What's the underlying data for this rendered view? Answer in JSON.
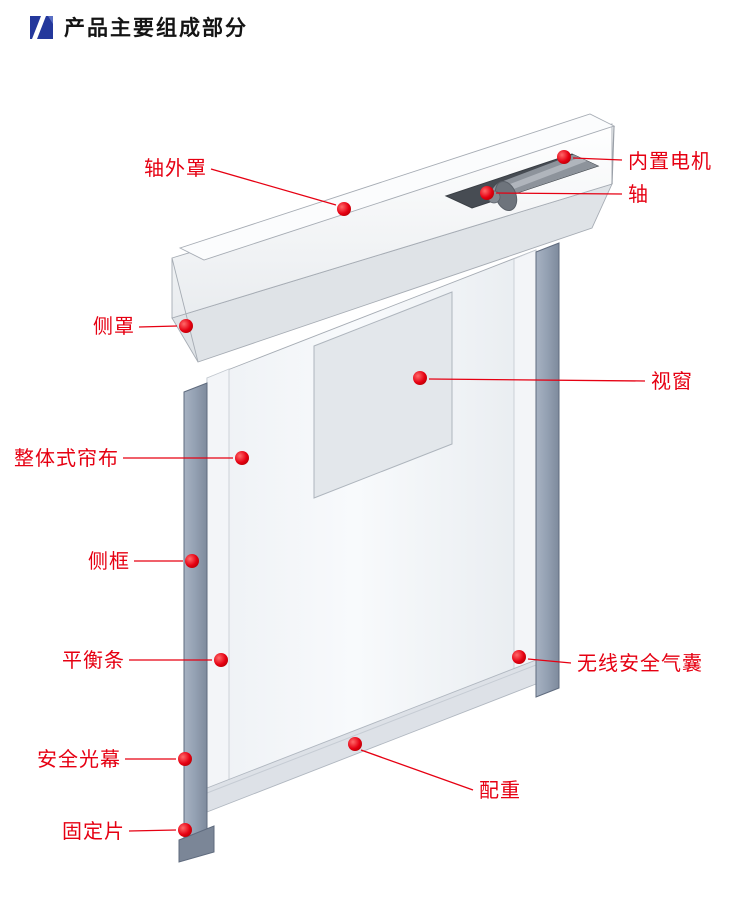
{
  "header": {
    "title": "产品主要组成部分"
  },
  "colors": {
    "accent_red": "#e60012",
    "icon_blue": "#24389c",
    "frame_gray_blue": "#93a0b2",
    "curtain_white": "#f2f5f8"
  },
  "parts": {
    "shaft_cover": "轴外罩",
    "built_in_motor": "内置电机",
    "shaft": "轴",
    "side_cover": "侧罩",
    "window": "视窗",
    "integral_curtain": "整体式帘布",
    "side_frame": "侧框",
    "balance_bar": "平衡条",
    "wireless_airbag": "无线安全气囊",
    "safety_light_curtain": "安全光幕",
    "counterweight": "配重",
    "fixing_piece": "固定片"
  }
}
